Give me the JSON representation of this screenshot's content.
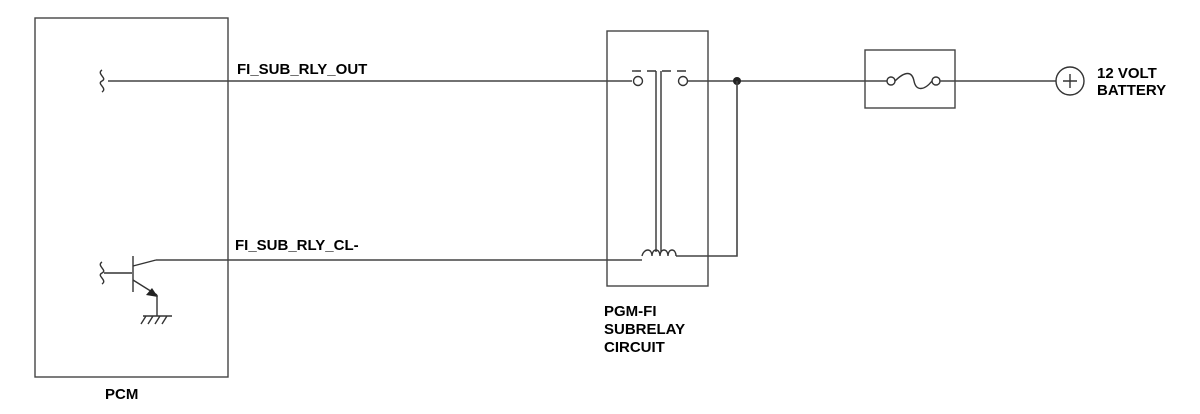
{
  "labels": {
    "pcm": "PCM",
    "relay_line1": "PGM-FI",
    "relay_line2": "SUBRELAY",
    "relay_line3": "CIRCUIT",
    "battery_line1": "12 VOLT",
    "battery_line2": "BATTERY",
    "wire_out": "FI_SUB_RLY_OUT",
    "wire_cl": "FI_SUB_RLY_CL-"
  }
}
